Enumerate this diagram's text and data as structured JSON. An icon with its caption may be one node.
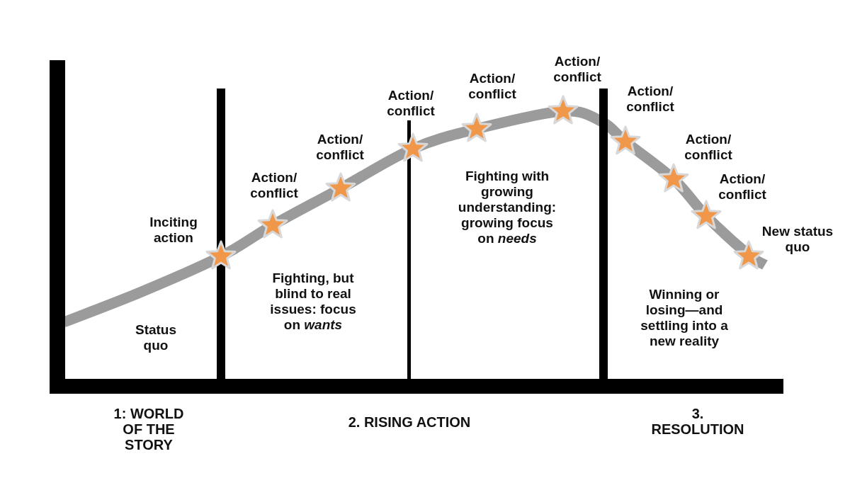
{
  "diagram": {
    "labels": [
      "Inciting action",
      "Action/ conflict",
      "Action/ conflict",
      "Action/ conflict",
      "Action/ conflict",
      "Action/ conflict",
      "Action/ conflict",
      "Action/ conflict",
      "Action/ conflict",
      "New status quo",
      "Status quo",
      "Fighting, but blind to real issues: focus on *wants*",
      "Fighting with growing understanding: growing focus on *needs*",
      "Winning or losing—and settling into a new reality",
      "1: WORLD OF THE STORY",
      "2. RISING ACTION",
      "3. RESOLUTION"
    ]
  }
}
